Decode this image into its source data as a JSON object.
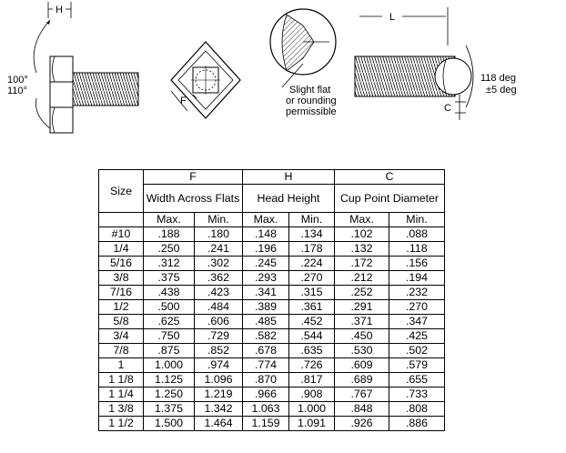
{
  "figure": {
    "hex_bolt": {
      "h_label": "H",
      "angle_top": "100°",
      "angle_bottom": "110°"
    },
    "square_head": {
      "f_label": "F"
    },
    "cup_point": {
      "note_line1": "Slight flat",
      "note_line2": "or rounding",
      "note_line3": "permissible"
    },
    "set_screw": {
      "l_label": "L",
      "angle_line1": "118 deg",
      "angle_line2": "±5 deg",
      "c_label": "C"
    }
  },
  "table": {
    "size_header": "Size",
    "groups": [
      {
        "letter": "F",
        "title": "Width Across Flats"
      },
      {
        "letter": "H",
        "title": "Head Height"
      },
      {
        "letter": "C",
        "title": "Cup Point Diameter"
      }
    ],
    "max_label": "Max.",
    "min_label": "Min.",
    "rows": [
      [
        "#10",
        ".188",
        ".180",
        ".148",
        ".134",
        ".102",
        ".088"
      ],
      [
        "1/4",
        ".250",
        ".241",
        ".196",
        ".178",
        ".132",
        ".118"
      ],
      [
        "5/16",
        ".312",
        ".302",
        ".245",
        ".224",
        ".172",
        ".156"
      ],
      [
        "3/8",
        ".375",
        ".362",
        ".293",
        ".270",
        ".212",
        ".194"
      ],
      [
        "7/16",
        ".438",
        ".423",
        ".341",
        ".315",
        ".252",
        ".232"
      ],
      [
        "1/2",
        ".500",
        ".484",
        ".389",
        ".361",
        ".291",
        ".270"
      ],
      [
        "5/8",
        ".625",
        ".606",
        ".485",
        ".452",
        ".371",
        ".347"
      ],
      [
        "3/4",
        ".750",
        ".729",
        ".582",
        ".544",
        ".450",
        ".425"
      ],
      [
        "7/8",
        ".875",
        ".852",
        ".678",
        ".635",
        ".530",
        ".502"
      ],
      [
        "1",
        "1.000",
        ".974",
        ".774",
        ".726",
        ".609",
        ".579"
      ],
      [
        "1 1/8",
        "1.125",
        "1.096",
        ".870",
        ".817",
        ".689",
        ".655"
      ],
      [
        "1 1/4",
        "1.250",
        "1.219",
        ".966",
        ".908",
        ".767",
        ".733"
      ],
      [
        "1 3/8",
        "1.375",
        "1.342",
        "1.063",
        "1.000",
        ".848",
        ".808"
      ],
      [
        "1 1/2",
        "1.500",
        "1.464",
        "1.159",
        "1.091",
        ".926",
        ".886"
      ]
    ]
  }
}
